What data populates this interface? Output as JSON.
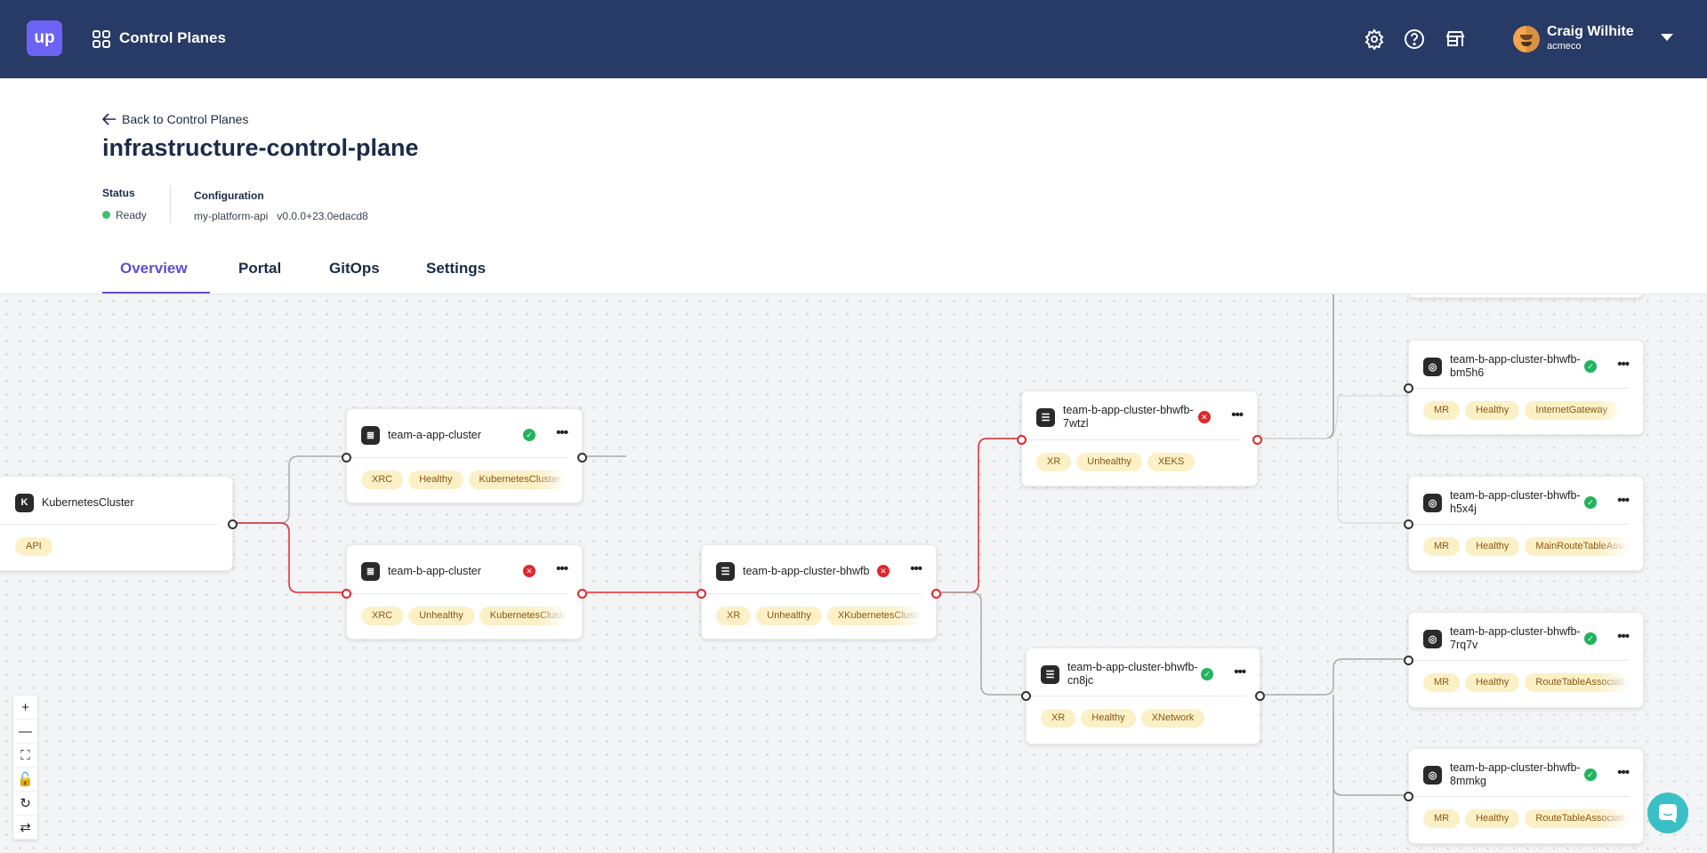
{
  "header": {
    "logo": "up",
    "app_title": "Control Planes",
    "user_name": "Craig Wilhite",
    "user_org": "acmeco",
    "icons": [
      "gear-icon",
      "help-icon",
      "marketplace-icon"
    ]
  },
  "page": {
    "back_label": "Back to Control Planes",
    "title": "infrastructure-control-plane",
    "status_label": "Status",
    "status_value": "Ready",
    "status_color": "#3fbf6e",
    "config_label": "Configuration",
    "config_name": "my-platform-api",
    "config_version": "v0.0.0+23.0edacd8"
  },
  "tabs": [
    {
      "label": "Overview",
      "active": true
    },
    {
      "label": "Portal"
    },
    {
      "label": "GitOps"
    },
    {
      "label": "Settings"
    }
  ],
  "colors": {
    "healthy": "#22b35e",
    "unhealthy": "#e0262c",
    "accent": "#5a4fd6",
    "header": "#283a66"
  },
  "nodes": [
    {
      "name": "KubernetesCluster",
      "icon": "kubernetes-icon",
      "status": null,
      "tags": [
        "API"
      ]
    },
    {
      "name": "team-a-app-cluster",
      "icon": "layers-icon",
      "status": "healthy",
      "tags": [
        "XRC",
        "Healthy",
        "KubernetesCluster"
      ]
    },
    {
      "name": "team-b-app-cluster",
      "icon": "layers-icon",
      "status": "unhealthy",
      "tags": [
        "XRC",
        "Unhealthy",
        "KubernetesCluster"
      ]
    },
    {
      "name": "team-b-app-cluster-bhwfb",
      "icon": "list-icon",
      "status": "unhealthy",
      "tags": [
        "XR",
        "Unhealthy",
        "XKubernetesCluster"
      ]
    },
    {
      "name": "team-b-app-cluster-bhwfb-7wtzl",
      "icon": "list-icon",
      "status": "unhealthy",
      "tags": [
        "XR",
        "Unhealthy",
        "XEKS"
      ]
    },
    {
      "name": "team-b-app-cluster-bhwfb-cn8jc",
      "icon": "list-icon",
      "status": "healthy",
      "tags": [
        "XR",
        "Healthy",
        "XNetwork"
      ]
    },
    {
      "name": "team-b-app-cluster-bhwfb-bm5h6",
      "icon": "target-icon",
      "status": "healthy",
      "tags": [
        "MR",
        "Healthy",
        "InternetGateway"
      ]
    },
    {
      "name": "team-b-app-cluster-bhwfb-h5x4j",
      "icon": "target-icon",
      "status": "healthy",
      "tags": [
        "MR",
        "Healthy",
        "MainRouteTableAssociation"
      ]
    },
    {
      "name": "team-b-app-cluster-bhwfb-7rq7v",
      "icon": "target-icon",
      "status": "healthy",
      "tags": [
        "MR",
        "Healthy",
        "RouteTableAssociation"
      ]
    },
    {
      "name": "team-b-app-cluster-bhwfb-8mmkg",
      "icon": "target-icon",
      "status": "healthy",
      "tags": [
        "MR",
        "Healthy",
        "RouteTableAssociation"
      ]
    }
  ],
  "zoom_controls": [
    "zoom-in",
    "zoom-out",
    "fit-view",
    "lock",
    "reset",
    "refresh"
  ]
}
